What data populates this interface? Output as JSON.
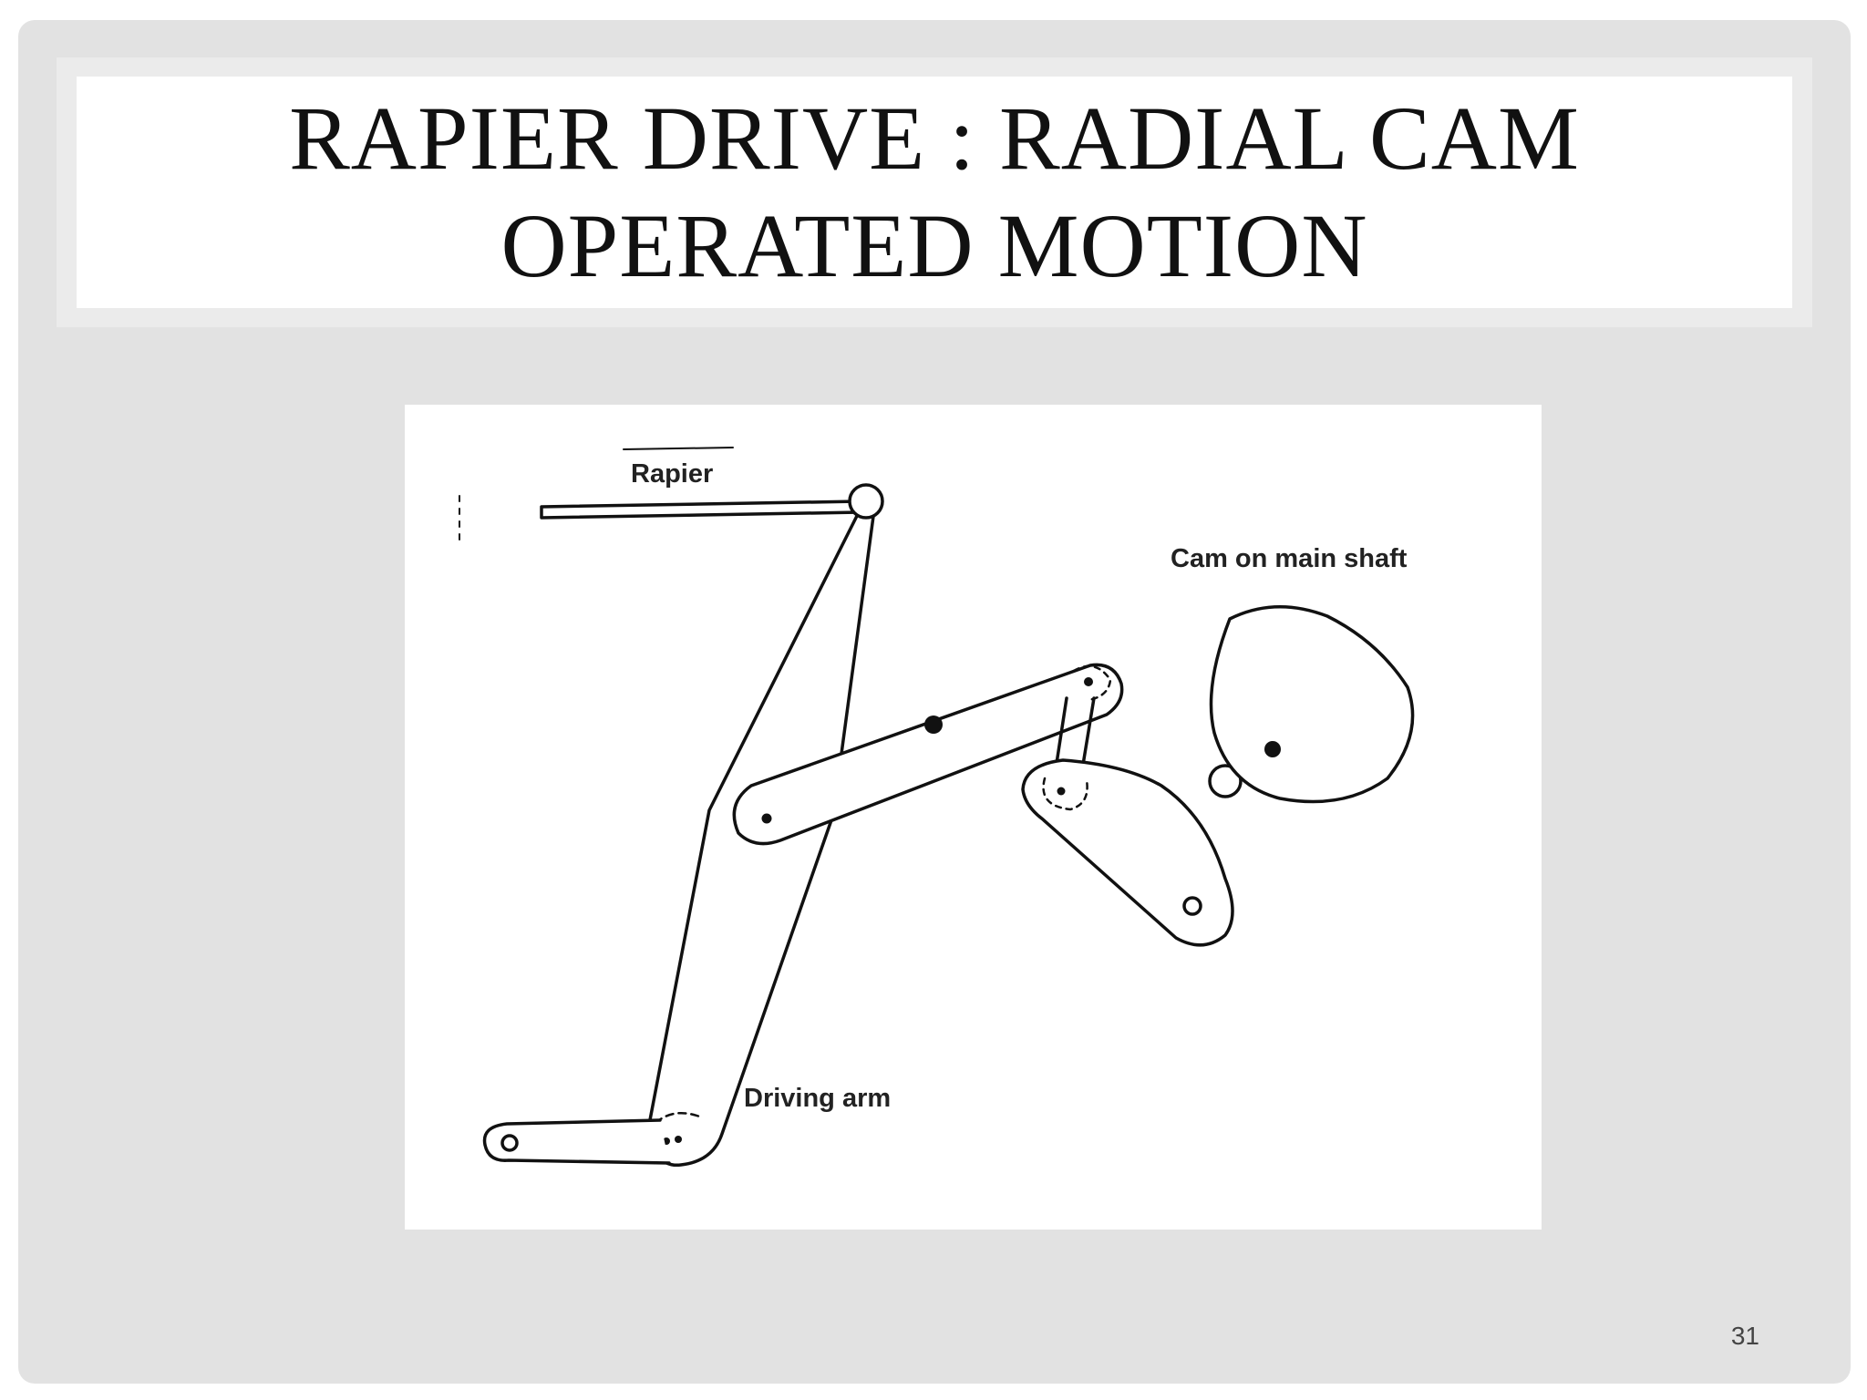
{
  "slide": {
    "title_line1": "RAPIER DRIVE : RADIAL CAM",
    "title_line2": "OPERATED MOTION",
    "page_number": "31"
  },
  "diagram": {
    "labels": {
      "rapier": "Rapier",
      "cam": "Cam on main shaft",
      "driving_arm": "Driving arm"
    }
  }
}
